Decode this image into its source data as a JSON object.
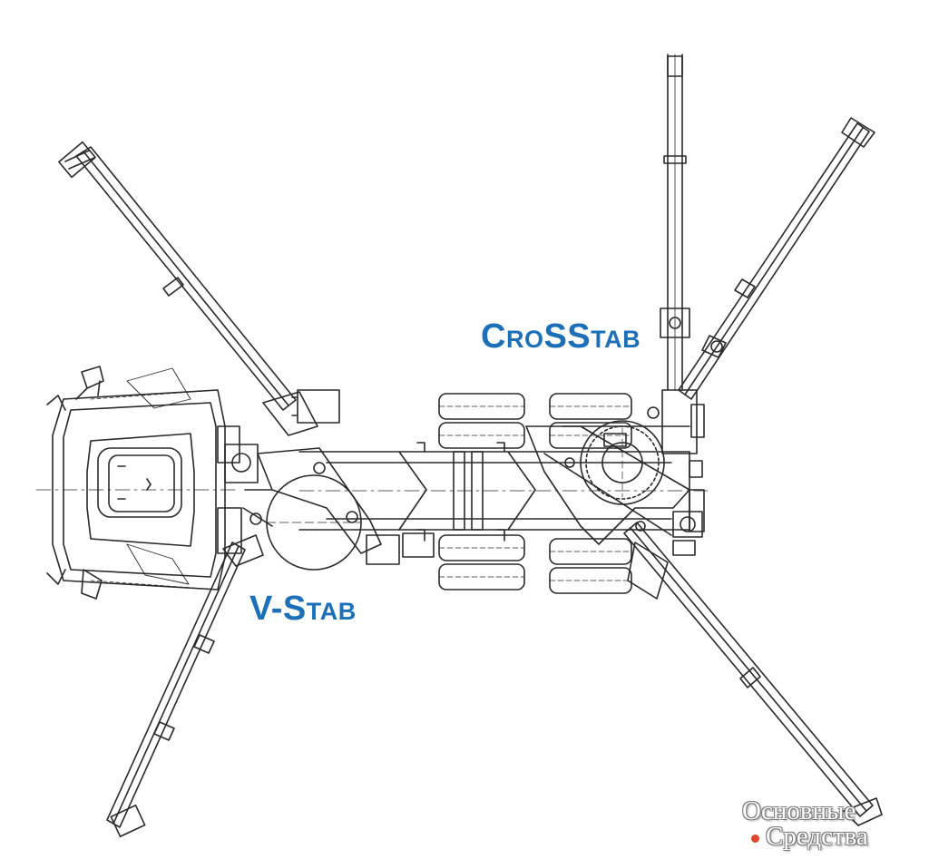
{
  "labels": {
    "crosstab": "CroSStab",
    "vstab": "V-Stab"
  },
  "watermark": {
    "line1": "Основные",
    "line2": "Средства"
  },
  "colors": {
    "label": "#1d6fb8",
    "line": "#2a2a2a",
    "watermark_dot": "#e0452a"
  },
  "components": {
    "outriggers": [
      "front-left-outrigger",
      "rear-left-outrigger",
      "front-right-outrigger",
      "rear-right-outrigger",
      "rear-right-diagonal-outrigger"
    ],
    "wheels": [
      "front-axle-wheels-top",
      "front-axle-wheels-bottom",
      "rear-axle-wheels-top",
      "rear-axle-wheels-bottom"
    ]
  }
}
